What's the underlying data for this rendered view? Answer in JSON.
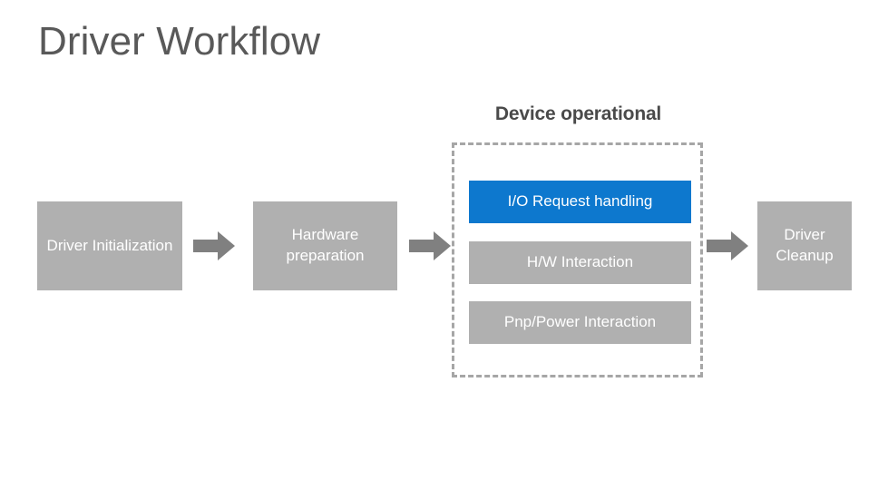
{
  "slide": {
    "title": "Driver Workflow",
    "background_color": "#ffffff",
    "title_color": "#595959"
  },
  "group": {
    "caption": "Device operational",
    "caption_color": "#4a4a4a",
    "border_style": "dashed",
    "border_color": "#a6a6a6"
  },
  "colors": {
    "gray_box": "#b0b0b0",
    "blue_box": "#0d78ce",
    "arrow": "#808080",
    "box_text": "#ffffff"
  },
  "flow": {
    "stages": [
      {
        "id": "driver-initialization",
        "label": "Driver Initialization",
        "color": "#b0b0b0"
      },
      {
        "id": "hardware-preparation",
        "label": "Hardware preparation",
        "color": "#b0b0b0"
      },
      {
        "id": "driver-cleanup",
        "label": "Driver Cleanup",
        "color": "#b0b0b0"
      }
    ],
    "operational_items": [
      {
        "id": "io-request-handling",
        "label": "I/O Request handling",
        "color": "#0d78ce"
      },
      {
        "id": "hw-interaction",
        "label": "H/W Interaction",
        "color": "#b0b0b0"
      },
      {
        "id": "pnp-power-interaction",
        "label": "Pnp/Power Interaction",
        "color": "#b0b0b0"
      }
    ],
    "connectors": [
      {
        "id": "arrow-1",
        "icon": "right-arrow-icon"
      },
      {
        "id": "arrow-2",
        "icon": "right-arrow-icon"
      },
      {
        "id": "arrow-3",
        "icon": "right-arrow-icon"
      }
    ]
  }
}
